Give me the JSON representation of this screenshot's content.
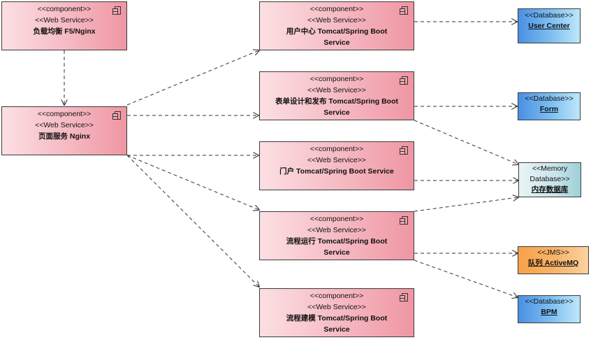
{
  "stereotypes": {
    "component": "<<component>>",
    "web_service": "<<Web Service>>",
    "database": "<<Database>>",
    "jms": "<<JMS>>"
  },
  "components": {
    "lb": "负载均衡 F5/Nginx",
    "web": "页面服务 Nginx",
    "user": "用户中心 Tomcat/Spring Boot Service",
    "form": "表单设计和发布 Tomcat/Spring Boot Service",
    "portal": "门户 Tomcat/Spring Boot Service",
    "flow_run": "流程运行 Tomcat/Spring Boot Service",
    "flow_model": "流程建模 Tomcat/Spring Boot Service"
  },
  "datastores": {
    "user_center": "User Center",
    "form": "Form",
    "memory_stereo_1": "<<Memory",
    "memory_stereo_2": "Database>>",
    "memory": "内存数据库",
    "mq": "队列 ActiveMQ",
    "bpm": "BPM"
  },
  "colors": {
    "component_fill": "#f5b8c1",
    "database_fill": "#4a90e2",
    "memory_fill": "#c7e4ea",
    "jms_fill": "#f7a248",
    "edge": "#333333"
  }
}
